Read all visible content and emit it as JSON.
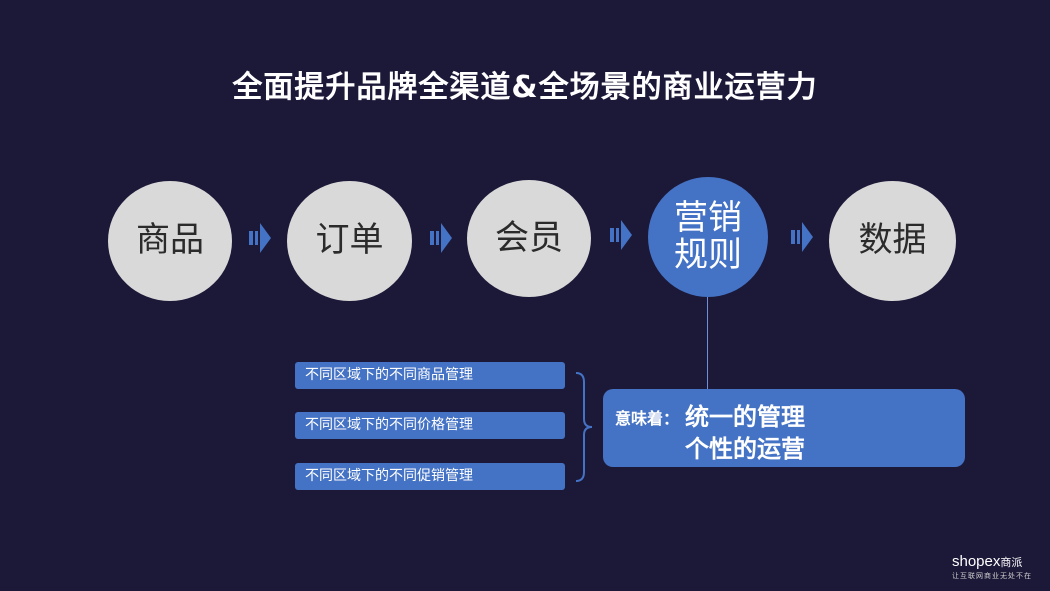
{
  "title": "全面提升品牌全渠道&全场景的商业运营力",
  "flow": {
    "steps": [
      {
        "lines": [
          "商品"
        ]
      },
      {
        "lines": [
          "订单"
        ]
      },
      {
        "lines": [
          "会员"
        ]
      },
      {
        "lines": [
          "营销",
          "规则"
        ],
        "highlighted": true
      },
      {
        "lines": [
          "数据"
        ]
      }
    ]
  },
  "details": {
    "items": [
      "不同区域下的不同商品管理",
      "不同区域下的不同价格管理",
      "不同区域下的不同促销管理"
    ]
  },
  "meaning": {
    "label": "意味着：",
    "lines": [
      "统一的管理",
      "个性的运营"
    ]
  },
  "logo": {
    "brand": "shopex",
    "brand_cn": "商派",
    "tagline": "让互联网商业无处不在"
  },
  "colors": {
    "background": "#1c1838",
    "accent": "#4472c4",
    "circle": "#d9d9d9",
    "arrow": "#4472c4"
  }
}
